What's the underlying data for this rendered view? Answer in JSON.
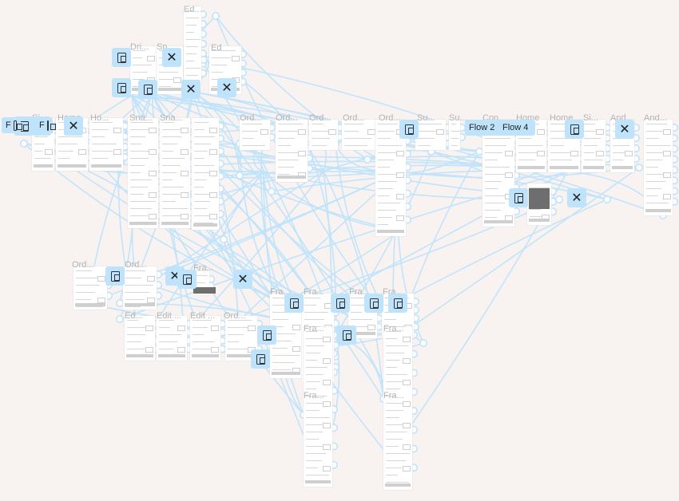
{
  "canvas": {
    "background": "#f8f3f1",
    "wire_color": "#bfe3fb",
    "node_color": "#bfe3fb"
  },
  "frame_labels": [
    "Ed...",
    "Dri...",
    "Sn...",
    "Ed",
    "Si...",
    "Home",
    "Ho...",
    "Sna...",
    "Sna...",
    "Ord...",
    "Ord...",
    "Ord...",
    "Ord...",
    "Ord...",
    "Su...",
    "Su...",
    "Con...",
    "Home",
    "Home",
    "Si...",
    "And...",
    "And...",
    "Ord...",
    "Ord...",
    "Fra...",
    "Ed...",
    "Edit ...",
    "Edit ...",
    "Ord...",
    "Fra...",
    "Fra...",
    "Fra...",
    "Fra...",
    "Fra...",
    "Fra...",
    "Fra...",
    "Fra..."
  ],
  "flow_chips": [
    {
      "label": "F",
      "icon": "device-icon"
    },
    {
      "label": "F",
      "icon": "device-icon"
    },
    {
      "label": "Flow 2",
      "icon": ""
    },
    {
      "label": "Flow 4",
      "icon": ""
    }
  ],
  "node_icons": {
    "device": "device-icon",
    "close": "close-icon"
  }
}
